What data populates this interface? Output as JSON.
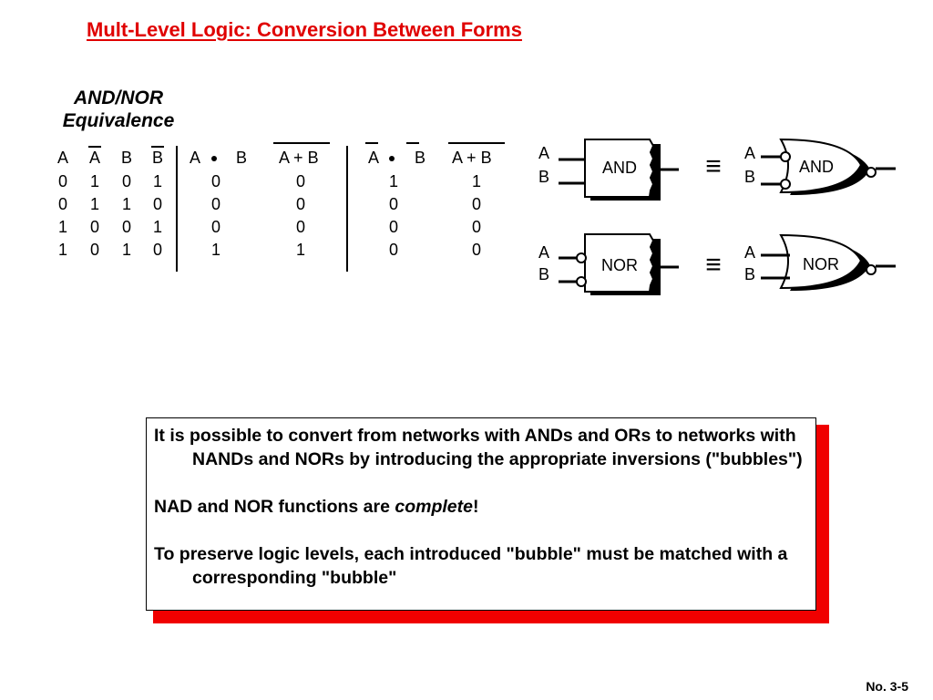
{
  "title": "Mult-Level Logic: Conversion Between Forms",
  "section_heading": {
    "line1": "AND/NOR",
    "line2": "Equivalence"
  },
  "truth_table": {
    "input_headers": [
      "A",
      "A",
      "B",
      "B"
    ],
    "func_headers": [
      {
        "left": "A",
        "op": "dot",
        "right": "B"
      },
      {
        "left": "A",
        "op": "+",
        "right": "B"
      },
      {
        "left": "A",
        "op": "dot",
        "right": "B"
      },
      {
        "left": "A",
        "op": "+",
        "right": "B"
      }
    ],
    "rows": [
      [
        "0",
        "1",
        "0",
        "1",
        "0",
        "0",
        "1",
        "1"
      ],
      [
        "0",
        "1",
        "1",
        "0",
        "0",
        "0",
        "0",
        "0"
      ],
      [
        "1",
        "0",
        "0",
        "1",
        "0",
        "0",
        "0",
        "0"
      ],
      [
        "1",
        "0",
        "1",
        "0",
        "1",
        "1",
        "0",
        "0"
      ]
    ]
  },
  "gates": {
    "and_label": "AND",
    "nor_label": "NOR",
    "input_a": "A",
    "input_b": "B",
    "equiv_symbol": "≡"
  },
  "note": {
    "para1": "It is possible to convert from networks with ANDs and ORs to networks with NANDs and NORs by introducing the appropriate inversions (\"bubbles\")",
    "para2_pre": "NAD and NOR functions are ",
    "para2_em": "complete",
    "para2_post": "!",
    "para3": "To preserve logic levels, each introduced \"bubble\" must be matched with a corresponding \"bubble\""
  },
  "colors": {
    "title": "#e00000",
    "shadow": "#f00000"
  },
  "footer": "No. 3-5"
}
